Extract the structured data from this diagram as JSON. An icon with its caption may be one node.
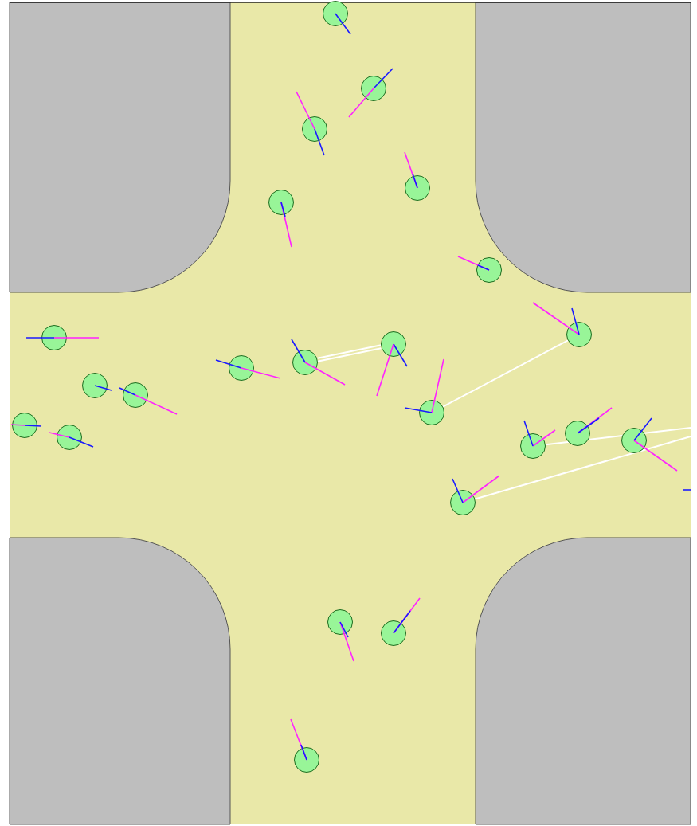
{
  "diagram": {
    "nodes": [
      {
        "text": [],
        "shape": "circle"
      },
      {
        "text": [],
        "shape": "circle"
      },
      {
        "text": [],
        "shape": "circle"
      },
      {
        "text": [],
        "shape": "circle"
      },
      {
        "text": [],
        "shape": "circle"
      },
      {
        "text": [],
        "shape": "circle"
      },
      {
        "text": [],
        "shape": "circle"
      },
      {
        "text": [],
        "shape": "circle"
      },
      {
        "text": [],
        "shape": "circle"
      },
      {
        "text": [],
        "shape": "circle"
      },
      {
        "text": [],
        "shape": "circle"
      },
      {
        "text": [],
        "shape": "circle"
      },
      {
        "text": [],
        "shape": "circle"
      },
      {
        "text": [],
        "shape": "circle"
      },
      {
        "text": [],
        "shape": "circle"
      },
      {
        "text": [],
        "shape": "circle"
      },
      {
        "text": [],
        "shape": "circle"
      },
      {
        "text": [],
        "shape": "circle"
      },
      {
        "text": [],
        "shape": "circle"
      },
      {
        "text": [],
        "shape": "circle"
      },
      {
        "text": [],
        "shape": "circle"
      },
      {
        "text": [],
        "shape": "circle"
      },
      {
        "text": [],
        "shape": "circle"
      }
    ],
    "edges": [
      {
        "from": 9,
        "to": 8,
        "arrow": "none"
      },
      {
        "from": 9,
        "to": 8,
        "arrow": "none"
      },
      {
        "from": 13,
        "to": 6,
        "arrow": "none"
      },
      {
        "from": 18,
        "to": null,
        "arrow": "none"
      },
      {
        "from": 19,
        "to": null,
        "arrow": "none"
      }
    ]
  }
}
